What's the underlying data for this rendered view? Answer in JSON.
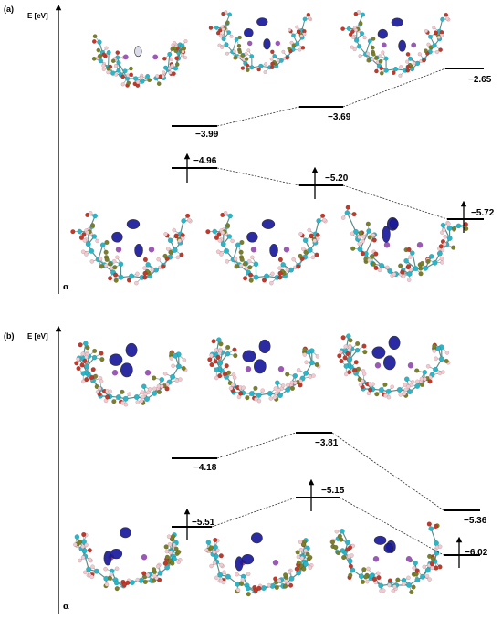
{
  "panels": [
    {
      "label": "(a)",
      "axis_label": "E [eV]",
      "axis_bottom_label": "α",
      "lumo_levels": [
        "−3.99",
        "−3.69",
        "−2.65"
      ],
      "homo_levels": [
        "−4.96",
        "−5.20",
        "−5.72"
      ]
    },
    {
      "label": "(b)",
      "axis_label": "E [eV]",
      "axis_bottom_label": "α",
      "lumo_levels": [
        "−4.18",
        "−3.81",
        "−5.36"
      ],
      "homo_levels": [
        "−5.51",
        "−5.15",
        "−6.02"
      ]
    }
  ],
  "colors": {
    "carbon": "#2bb6c8",
    "oxygen": "#c0392b",
    "hydrogen": "#f4c9cf",
    "other": "#7a7f2a",
    "metal": "#9b59b6",
    "orbital_dark": "#1a1a9c",
    "orbital_light": "#d8d8e8"
  },
  "icons": [
    "molecule-structure",
    "up-arrow-electron"
  ]
}
